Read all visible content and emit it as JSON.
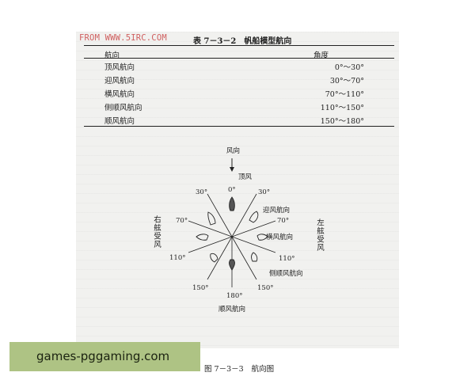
{
  "watermark": "FROM WWW.5IRC.COM",
  "table": {
    "number": "表 7－3－2",
    "title": "帆船模型航向",
    "headers": [
      "航向",
      "角度"
    ],
    "rows": [
      [
        "顶风航向",
        "0°～30°"
      ],
      [
        "迎风航向",
        "30°～70°"
      ],
      [
        "横风航向",
        "70°～110°"
      ],
      [
        "侧顺风航向",
        "110°～150°"
      ],
      [
        "顺风航向",
        "150°～180°"
      ]
    ]
  },
  "figure": {
    "wind_label": "风向",
    "head_wind": "顶风",
    "upwind": "迎风航向",
    "beam_reach": "横风航向",
    "broad_reach": "侧顺风航向",
    "downwind": "顺风航向",
    "starboard_tack": "右舷受风",
    "port_tack": "左舷受风",
    "angles": {
      "a0": "0°",
      "a30_left": "30°",
      "a30_right": "30°",
      "a70_left": "70°",
      "a70_right": "70°",
      "a110_left": "110°",
      "a110_right": "110°",
      "a150_left": "150°",
      "a150_right": "150°",
      "a180": "180°"
    }
  },
  "figure_caption": {
    "number": "图 7－3－3",
    "title": "航向图"
  },
  "banner": {
    "text": "games-pggaming.com",
    "color": "#aec384"
  }
}
